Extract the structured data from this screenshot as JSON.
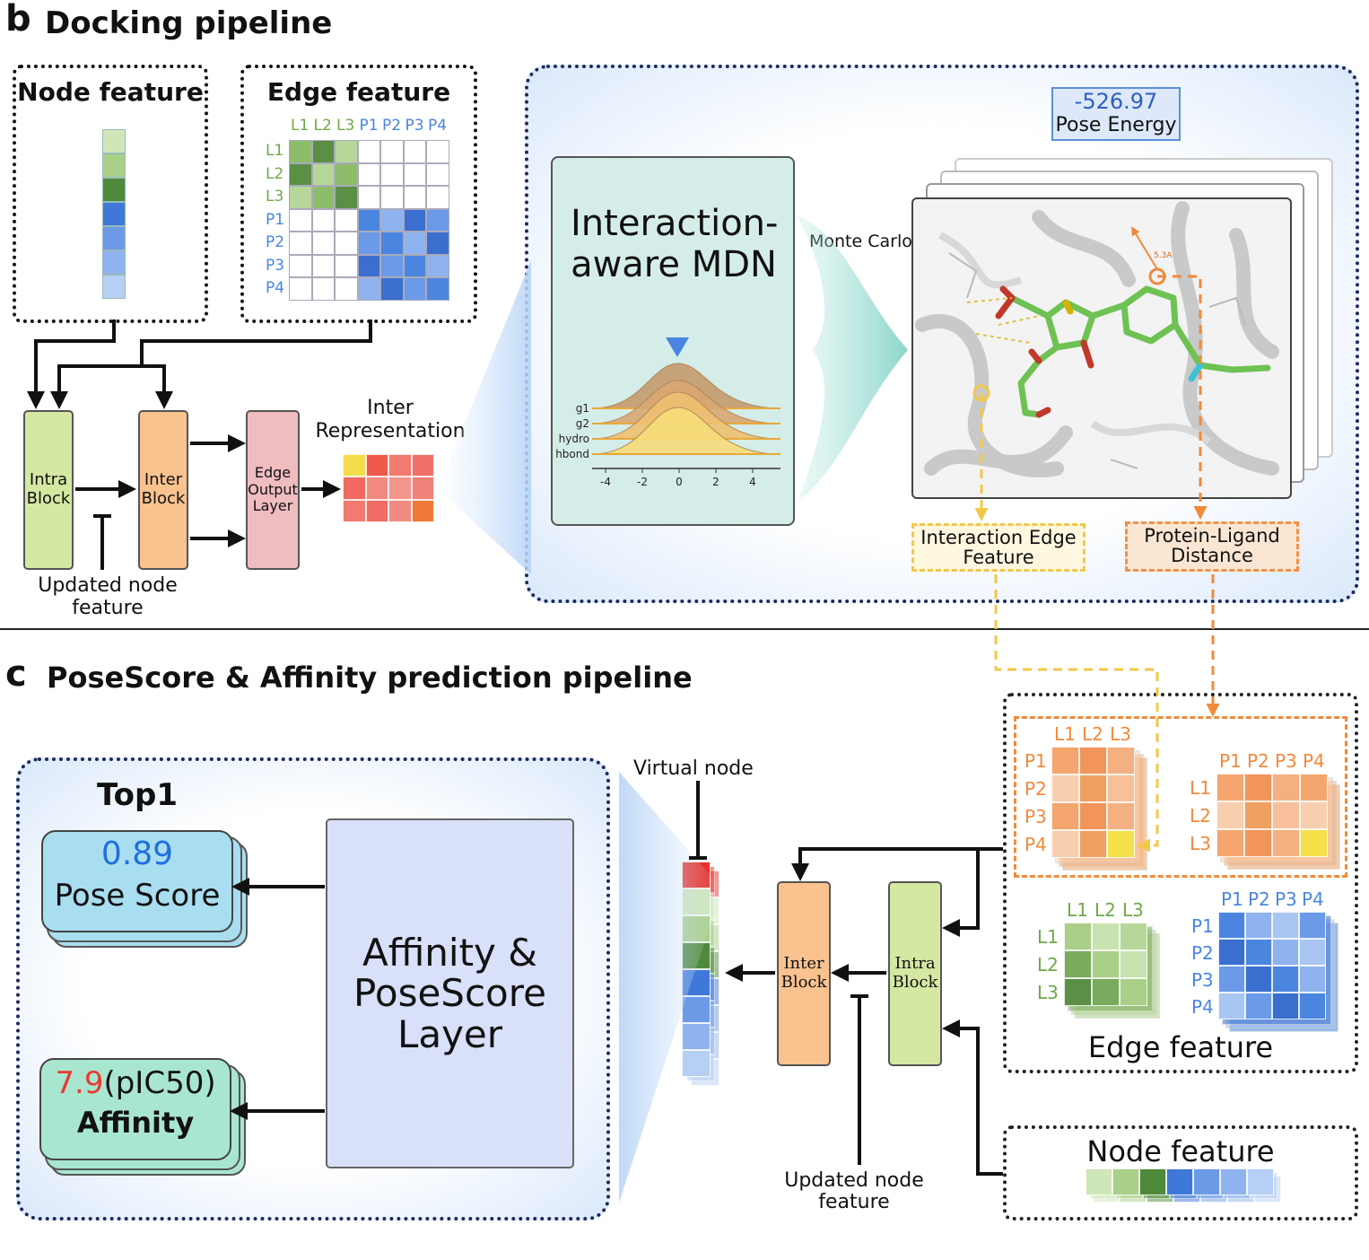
{
  "section_b": {
    "letter": "b",
    "title": "Docking pipeline"
  },
  "section_c": {
    "letter": "c",
    "title": "PoseScore & Affinity prediction pipeline"
  },
  "b": {
    "node_feature_title": "Node feature",
    "edge_feature_title": "Edge feature",
    "edge_col_labels_l": [
      "L1",
      "L2",
      "L3"
    ],
    "edge_col_labels_p": [
      "P1",
      "P2",
      "P3",
      "P4"
    ],
    "edge_row_labels": [
      "L1",
      "L2",
      "L3",
      "P1",
      "P2",
      "P3",
      "P4"
    ],
    "intra_block": "Intra Block",
    "inter_block": "Inter Block",
    "edge_output_layer": "Edge Output Layer",
    "inter_representation": "Inter Representation",
    "updated_node_feature": "Updated node feature",
    "mdn_title": "Interaction-aware MDN",
    "mdn_series": [
      "g1",
      "g2",
      "hydro",
      "hbond"
    ],
    "mdn_ticks": [
      "-4",
      "-2",
      "0",
      "2",
      "4"
    ],
    "monte_carlo": "Monte Carlo",
    "pose_energy_value": "-526.97",
    "pose_energy_label": "Pose Energy",
    "distance_annotation": "5.3A",
    "interaction_edge_feature": "Interaction Edge Feature",
    "protein_ligand_distance": "Protein-Ligand Distance"
  },
  "c": {
    "top1": "Top1",
    "pose_score_value": "0.89",
    "pose_score_label": "Pose Score",
    "affinity_value": "7.9",
    "affinity_unit": "(pIC50)",
    "affinity_label": "Affinity",
    "layer_title": "Affinity & PoseScore Layer",
    "virtual_node": "Virtual node",
    "inter_block": "Inter Block",
    "intra_block": "Intra Block",
    "updated_node_feature": "Updated node feature",
    "edge_feature_title": "Edge feature",
    "node_feature_title": "Node feature",
    "matrix_pl_cols": [
      "L1",
      "L2",
      "L3"
    ],
    "matrix_pl_rows": [
      "P1",
      "P2",
      "P3",
      "P4"
    ],
    "matrix_lp_cols": [
      "P1",
      "P2",
      "P3",
      "P4"
    ],
    "matrix_lp_rows": [
      "L1",
      "L2",
      "L3"
    ],
    "matrix_ll_cols": [
      "L1",
      "L2",
      "L3"
    ],
    "matrix_ll_rows": [
      "L1",
      "L2",
      "L3"
    ],
    "matrix_pp_cols": [
      "P1",
      "P2",
      "P3",
      "P4"
    ],
    "matrix_pp_rows": [
      "P1",
      "P2",
      "P3",
      "P4"
    ]
  },
  "colors": {
    "ligand_green": "#6fa84a",
    "protein_blue": "#4a86e0",
    "interaction_orange": "#f08a3c",
    "interaction_yellow": "#f5d23a",
    "pose_score_blue": "#1e6fe0",
    "affinity_red": "#e83a30"
  }
}
